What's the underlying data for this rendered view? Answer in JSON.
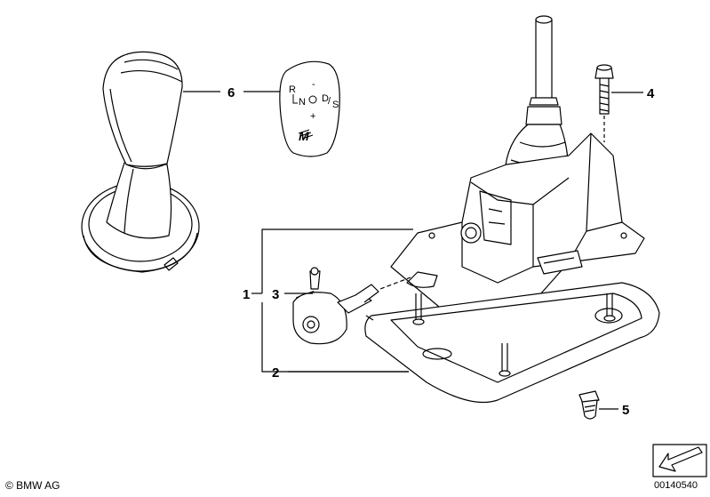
{
  "callouts": {
    "c1": "1",
    "c2": "2",
    "c3": "3",
    "c4": "4",
    "c5": "5",
    "c6": "6"
  },
  "shift_pattern": {
    "r": "R",
    "n": "N",
    "d": "D",
    "slash": "/",
    "s": "S",
    "minus": "-",
    "plus": "+",
    "emblem": "M"
  },
  "footer": {
    "copyright": "© BMW AG",
    "doc_number": "00140540"
  }
}
